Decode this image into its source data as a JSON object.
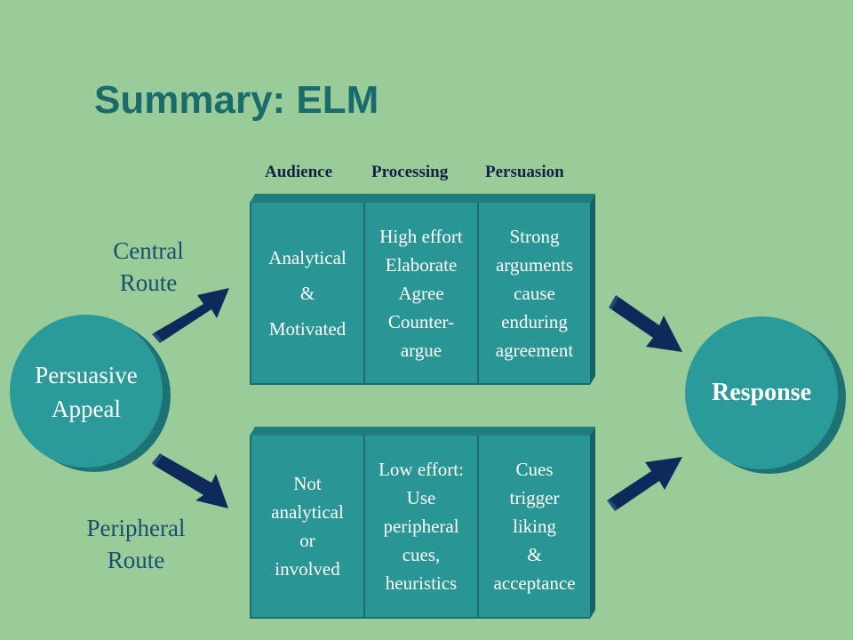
{
  "title": "Summary: ELM",
  "columns": [
    "Audience",
    "Processing",
    "Persuasion"
  ],
  "central_route": {
    "label_lines": [
      "Central",
      "Route"
    ],
    "audience_lines": [
      "Analytical",
      "&",
      "Motivated"
    ],
    "processing_lines": [
      "High effort",
      "Elaborate",
      "Agree",
      "Counter-",
      "argue"
    ],
    "persuasion_lines": [
      "Strong",
      "arguments",
      "cause",
      "enduring",
      "agreement"
    ]
  },
  "peripheral_route": {
    "label_lines": [
      "Peripheral",
      "Route"
    ],
    "audience_lines": [
      "Not",
      "analytical",
      "or",
      "involved"
    ],
    "processing_lines": [
      "Low effort:",
      "Use",
      "peripheral",
      "cues,",
      "heuristics"
    ],
    "persuasion_lines": [
      "Cues",
      "trigger",
      "liking",
      "&",
      "acceptance"
    ]
  },
  "input_node": {
    "label_lines": [
      "Persuasive",
      "Appeal"
    ]
  },
  "output_node": {
    "label": "Response"
  },
  "colors": {
    "background": "#99cc99",
    "title": "#1a6b6b",
    "box": "#2a9595",
    "circle": "#2b9a9a",
    "arrow": "#0e2a5a",
    "route_text": "#1a4f6e"
  }
}
